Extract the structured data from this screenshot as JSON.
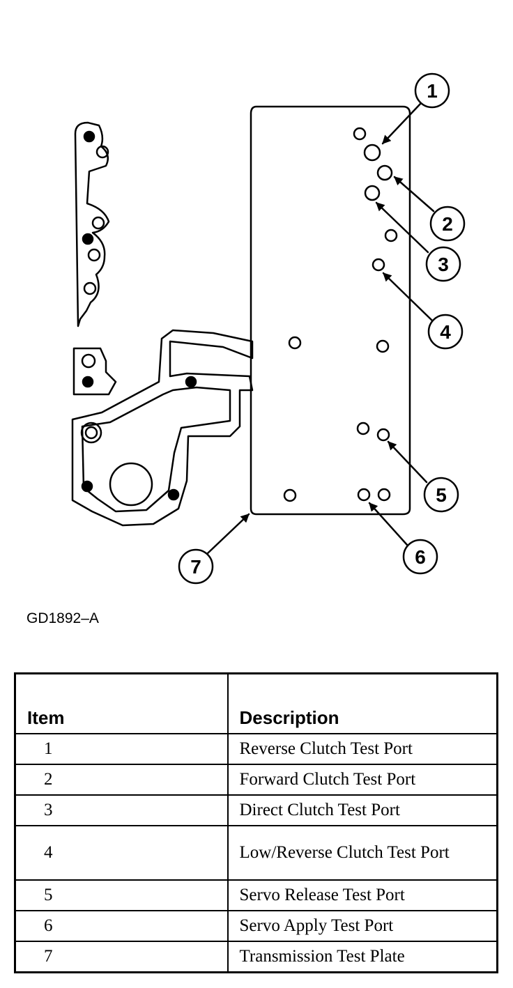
{
  "figure_id": "GD1892–A",
  "callouts": [
    "1",
    "2",
    "3",
    "4",
    "5",
    "6",
    "7"
  ],
  "legend": {
    "header_item": "Item",
    "header_description": "Description",
    "rows": [
      {
        "item": "1",
        "description": "Reverse Clutch Test Port"
      },
      {
        "item": "2",
        "description": "Forward Clutch Test Port"
      },
      {
        "item": "3",
        "description": "Direct Clutch Test Port"
      },
      {
        "item": "4",
        "description": "Low/Reverse Clutch Test Port"
      },
      {
        "item": "5",
        "description": "Servo Release Test Port"
      },
      {
        "item": "6",
        "description": "Servo Apply Test Port"
      },
      {
        "item": "7",
        "description": "Transmission Test Plate"
      }
    ]
  }
}
